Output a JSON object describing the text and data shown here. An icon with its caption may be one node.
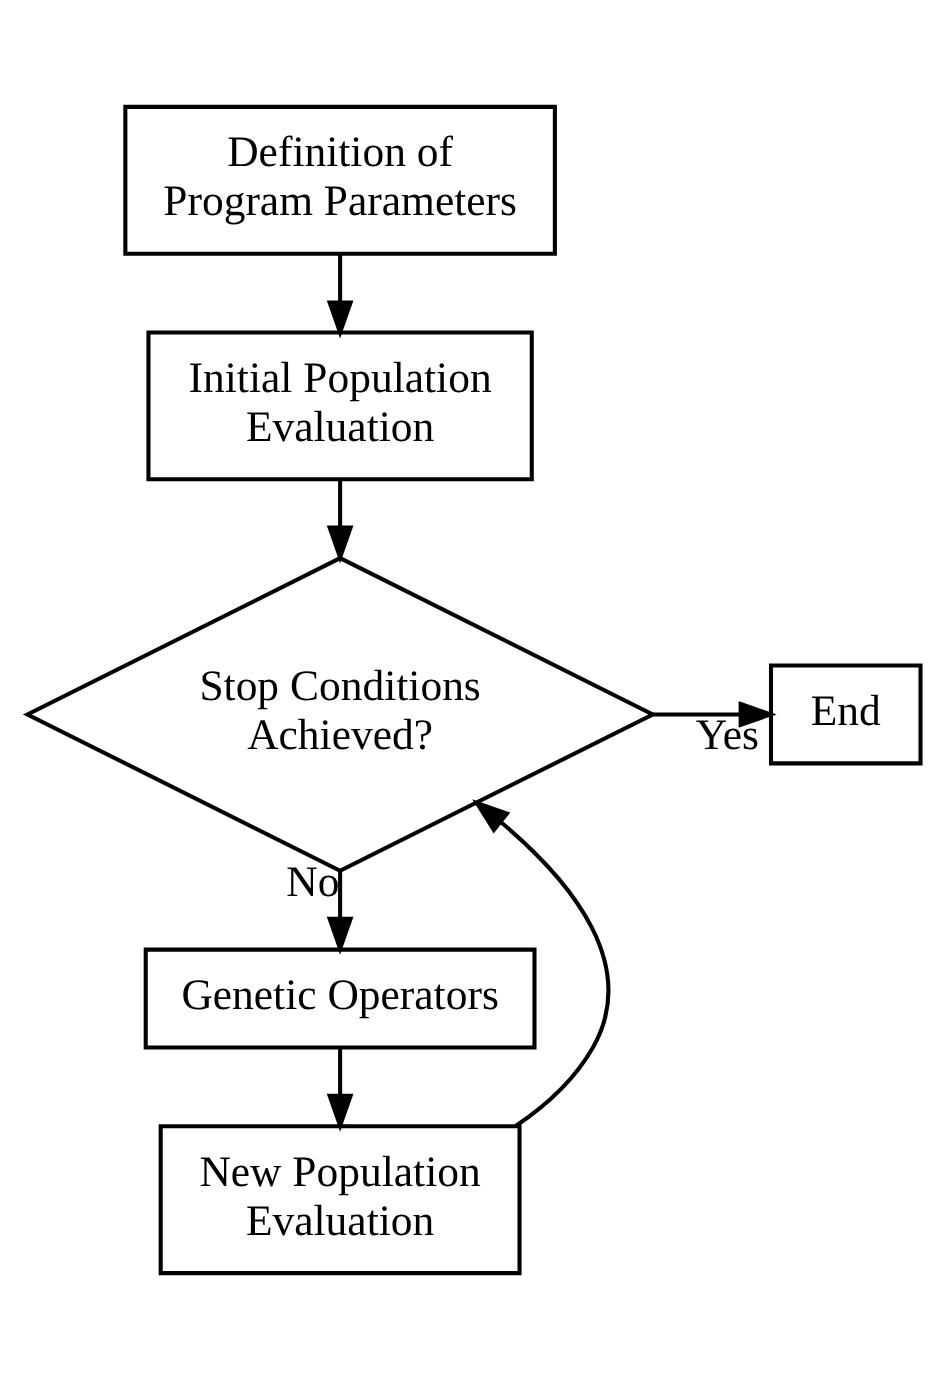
{
  "diagram": {
    "nodes": [
      {
        "text": [
          "Definition of Program Parameters"
        ]
      },
      {
        "text": [
          "Initial Population Evaluation"
        ]
      },
      {
        "text": [
          "Stop Conditions Achieved?"
        ]
      },
      {
        "text": [
          "End"
        ]
      },
      {
        "text": [
          "Genetic Operators"
        ]
      },
      {
        "text": [
          "New Population Evaluation"
        ]
      }
    ],
    "edges": [
      {
        "from": 0,
        "to": 1,
        "arrow": "to"
      },
      {
        "from": 1,
        "to": 2,
        "arrow": "to"
      },
      {
        "from": 2,
        "to": 3,
        "arrow": "to",
        "label": "Yes"
      },
      {
        "from": 2,
        "to": 4,
        "arrow": "to",
        "label": "No"
      },
      {
        "from": 4,
        "to": 5,
        "arrow": "to"
      },
      {
        "from": 5,
        "to": 2,
        "arrow": "to"
      }
    ]
  }
}
